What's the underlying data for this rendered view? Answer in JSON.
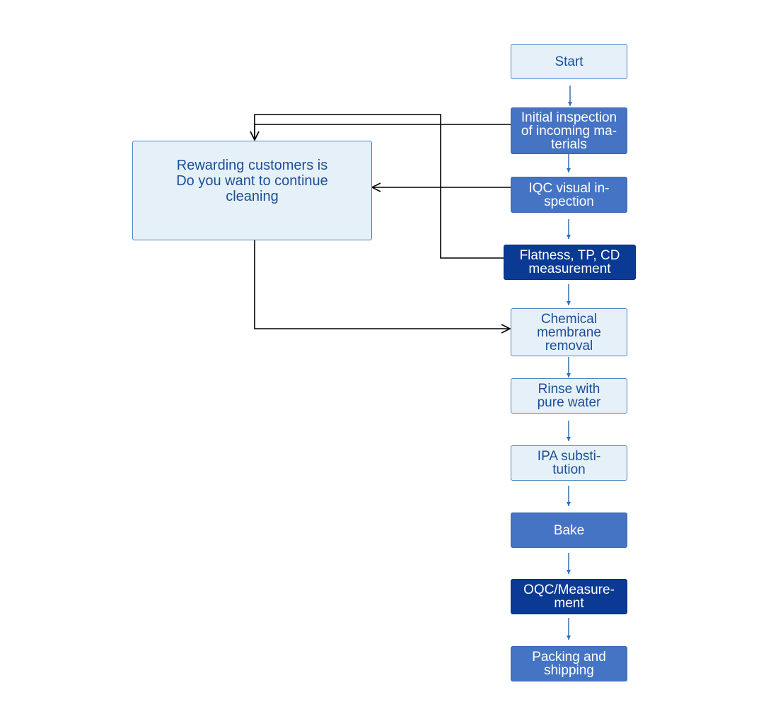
{
  "nodes": {
    "start": "Start",
    "initial_inspection": [
      "Initial inspection",
      "of incoming ma-",
      "terials"
    ],
    "iqc_visual": [
      "IQC visual in-",
      "spection"
    ],
    "flatness": [
      "Flatness, TP, CD",
      "measurement"
    ],
    "chemical": [
      "Chemical",
      "membrane",
      "removal"
    ],
    "rinse": [
      "Rinse with",
      "pure water"
    ],
    "ipa": [
      "IPA substi-",
      "tution"
    ],
    "bake": "Bake",
    "oqc": [
      "OQC/Measure-",
      "ment"
    ],
    "packing": [
      "Packing and",
      "shipping"
    ],
    "reward": [
      "Rewarding customers is",
      "Do you want to continue",
      "cleaning"
    ]
  },
  "colors": {
    "light_fill": "#e6f0f8",
    "mid_fill": "#4674c4",
    "dark_fill": "#0a3a94",
    "flow_arrow": "#2f6fb8",
    "loop_line": "#000000"
  },
  "edges": [
    {
      "from": "start",
      "to": "initial_inspection"
    },
    {
      "from": "initial_inspection",
      "to": "iqc_visual"
    },
    {
      "from": "iqc_visual",
      "to": "flatness"
    },
    {
      "from": "flatness",
      "to": "chemical"
    },
    {
      "from": "chemical",
      "to": "rinse"
    },
    {
      "from": "rinse",
      "to": "ipa"
    },
    {
      "from": "ipa",
      "to": "bake"
    },
    {
      "from": "bake",
      "to": "oqc"
    },
    {
      "from": "oqc",
      "to": "packing"
    },
    {
      "from": "initial_inspection",
      "to": "reward"
    },
    {
      "from": "iqc_visual",
      "to": "reward"
    },
    {
      "from": "flatness",
      "to": "reward"
    },
    {
      "from": "reward",
      "to": "chemical"
    }
  ]
}
